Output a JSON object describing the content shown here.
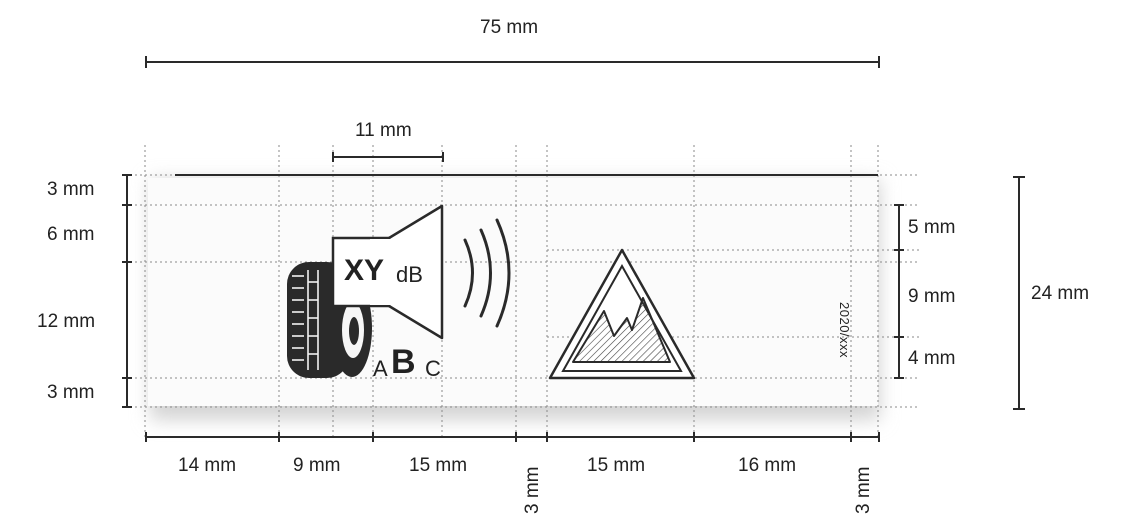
{
  "dimensions": {
    "total_width": "75 mm",
    "speaker_width": "11 mm",
    "total_height": "24 mm",
    "left": {
      "top_margin": "3 mm",
      "upper": "6 mm",
      "middle": "12 mm",
      "bottom_margin": "3 mm"
    },
    "right": {
      "upper": "5 mm",
      "middle": "9 mm",
      "lower": "4 mm"
    },
    "bottom": {
      "c1": "14 mm",
      "c2": "9 mm",
      "c3": "15 mm",
      "gap1": "3 mm",
      "c4": "15 mm",
      "c5": "16 mm",
      "gap2": "3 mm"
    }
  },
  "pictograms": {
    "noise_value": "XY",
    "noise_unit": "dB",
    "class_a": "A",
    "class_b": "B",
    "class_c": "C",
    "tyre_icon": "tyre-icon",
    "speaker_icon": "speaker-icon",
    "sound_waves_icon": "sound-waves-icon",
    "mountain_icon": "mountain-snowflake-icon",
    "regulation_code": "2020/xxx"
  },
  "colors": {
    "line": "#2a2a2a",
    "grid": "#8a8a8a",
    "shadow": "#d4d4d4"
  }
}
